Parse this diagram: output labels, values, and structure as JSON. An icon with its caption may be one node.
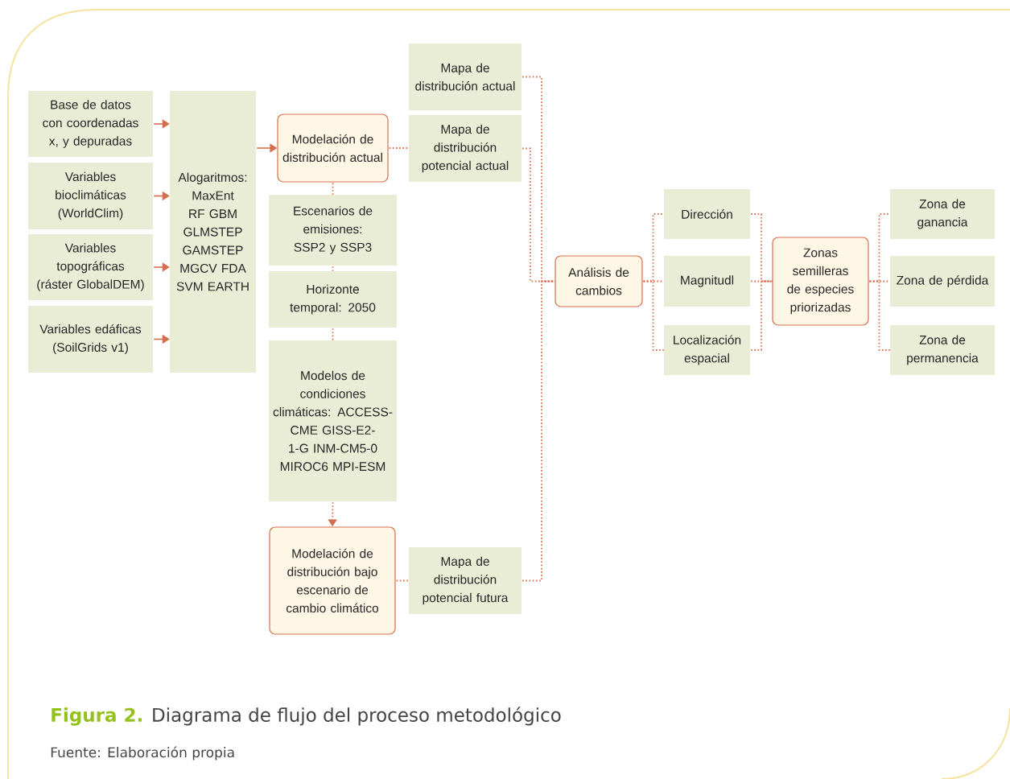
{
  "diagram": {
    "caption": "**Figura 2.** Diagrama de flujo del proceso metodológico",
    "nodes": [
      {
        "text": [
          "Base de datos con coordenadas x, y depuradas"
        ]
      },
      {
        "text": [
          "Variables bioclimáticas (WorldClim)"
        ]
      },
      {
        "text": [
          "Variables topográficas (ráster GlobalDEM)"
        ]
      },
      {
        "text": [
          "Variables edáficas (SoilGrids v1)"
        ]
      },
      {
        "text": [
          "Alogaritmos: MaxEnt RF GBM GLMSTEP GAMSTEP MGCV FDA SVM EARTH"
        ]
      },
      {
        "text": [
          "Modelación de distribución actual"
        ]
      },
      {
        "text": [
          "Mapa de distribución actual"
        ]
      },
      {
        "text": [
          "Mapa de distribución potencial actual"
        ]
      },
      {
        "text": [
          "Escenarios de emisiones: SSP2 y SSP3"
        ]
      },
      {
        "text": [
          "Horizonte temporal: 2050"
        ]
      },
      {
        "text": [
          "Modelos de condiciones climáticas: ACCESS-CME GISS-E2-1-G INM-CM5-0 MIROC6 MPI-ESM"
        ]
      },
      {
        "text": [
          "Modelación de distribución bajo escenario de cambio climático"
        ]
      },
      {
        "text": [
          "Mapa de distribución potencial futura"
        ]
      },
      {
        "text": [
          "Análisis de cambios"
        ]
      },
      {
        "text": [
          "Dirección"
        ]
      },
      {
        "text": [
          "Magnitudl"
        ]
      },
      {
        "text": [
          "Localización espacial"
        ]
      },
      {
        "text": [
          "Zonas semilleras de especies priorizadas"
        ]
      },
      {
        "text": [
          "Zona de ganancia"
        ]
      },
      {
        "text": [
          "Zona de pérdida"
        ]
      },
      {
        "text": [
          "Zona de permanencia"
        ]
      }
    ],
    "edges": [
      {
        "from": 0,
        "to": 4,
        "arrow": "to"
      },
      {
        "from": 1,
        "to": 4,
        "arrow": "to"
      },
      {
        "from": 2,
        "to": 4,
        "arrow": "to"
      },
      {
        "from": 3,
        "to": 4,
        "arrow": "to"
      },
      {
        "from": 4,
        "to": 5,
        "arrow": "to"
      },
      {
        "from": 5,
        "to": 7,
        "arrow": "none",
        "style": "dashed"
      },
      {
        "from": 5,
        "to": 8,
        "arrow": "none",
        "style": "dashed"
      },
      {
        "from": 8,
        "to": 9,
        "arrow": "none",
        "style": "dashed"
      },
      {
        "from": 9,
        "to": 10,
        "arrow": "none",
        "style": "dashed"
      },
      {
        "from": 10,
        "to": 11,
        "arrow": "to",
        "style": "dashed"
      },
      {
        "from": 11,
        "to": 12,
        "arrow": "none",
        "style": "dashed"
      },
      {
        "from": 6,
        "to": 13,
        "arrow": "none",
        "style": "dashed"
      },
      {
        "from": 7,
        "to": 13,
        "arrow": "none",
        "style": "dashed"
      },
      {
        "from": 12,
        "to": 13,
        "arrow": "none",
        "style": "dashed"
      },
      {
        "from": 13,
        "to": 14,
        "arrow": "none",
        "style": "dashed"
      },
      {
        "from": 13,
        "to": 15,
        "arrow": "none",
        "style": "dashed"
      },
      {
        "from": 13,
        "to": 16,
        "arrow": "none",
        "style": "dashed"
      },
      {
        "from": 14,
        "to": 17,
        "arrow": "none",
        "style": "dashed"
      },
      {
        "from": 15,
        "to": 17,
        "arrow": "none",
        "style": "dashed"
      },
      {
        "from": 16,
        "to": 17,
        "arrow": "none",
        "style": "dashed"
      },
      {
        "from": 17,
        "to": 18,
        "arrow": "none",
        "style": "dashed"
      },
      {
        "from": 17,
        "to": 19,
        "arrow": "none",
        "style": "dashed"
      },
      {
        "from": 17,
        "to": 20,
        "arrow": "none",
        "style": "dashed"
      }
    ],
    "labels": [
      "Fuente: Elaboración propia"
    ]
  }
}
